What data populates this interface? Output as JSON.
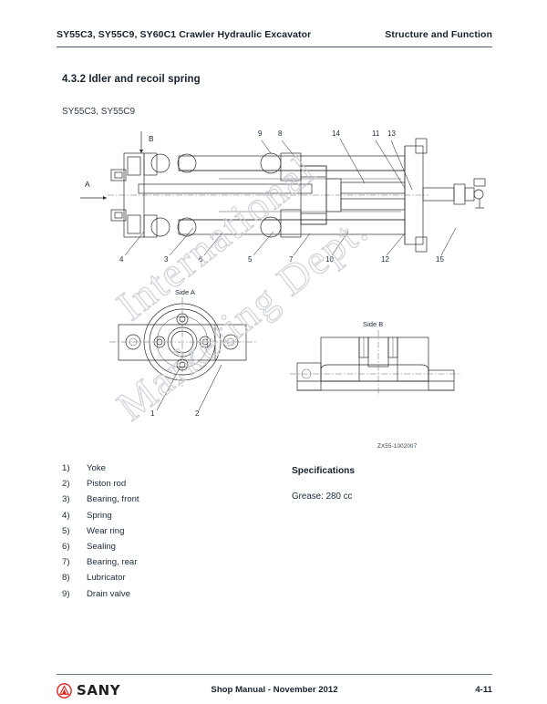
{
  "header": {
    "left": "SY55C3, SY55C9, SY60C1 Crawler Hydraulic Excavator",
    "right": "Structure and Function"
  },
  "section": {
    "title": "4.3.2  Idler and recoil spring",
    "models": "SY55C3, SY55C9"
  },
  "figure": {
    "code": "ZX55-1002007",
    "section_arrow_a": "A",
    "section_arrow_b": "B",
    "view_label_a": "Side A",
    "view_label_b": "Side B",
    "callouts_top": [
      "9",
      "8",
      "14",
      "11",
      "13"
    ],
    "callouts_bottom": [
      "4",
      "3",
      "6",
      "5",
      "7",
      "10",
      "12",
      "15"
    ],
    "callouts_lower_view": [
      "1",
      "2"
    ]
  },
  "watermark": {
    "line1": "International",
    "line2": "Marketing Dept."
  },
  "parts": [
    {
      "num": "1)",
      "label": "Yoke"
    },
    {
      "num": "2)",
      "label": "Piston rod"
    },
    {
      "num": "3)",
      "label": "Bearing, front"
    },
    {
      "num": "4)",
      "label": "Spring"
    },
    {
      "num": "5)",
      "label": "Wear ring"
    },
    {
      "num": "6)",
      "label": "Sealing"
    },
    {
      "num": "7)",
      "label": "Bearing, rear"
    },
    {
      "num": "8)",
      "label": "Lubricator"
    },
    {
      "num": "9)",
      "label": "Drain valve"
    }
  ],
  "specifications": {
    "title": "Specifications",
    "grease": "Grease: 280 cc"
  },
  "footer": {
    "brand": "SANY",
    "center": "Shop Manual - November 2012",
    "page": "4-11",
    "brand_color": "#e2231a"
  }
}
